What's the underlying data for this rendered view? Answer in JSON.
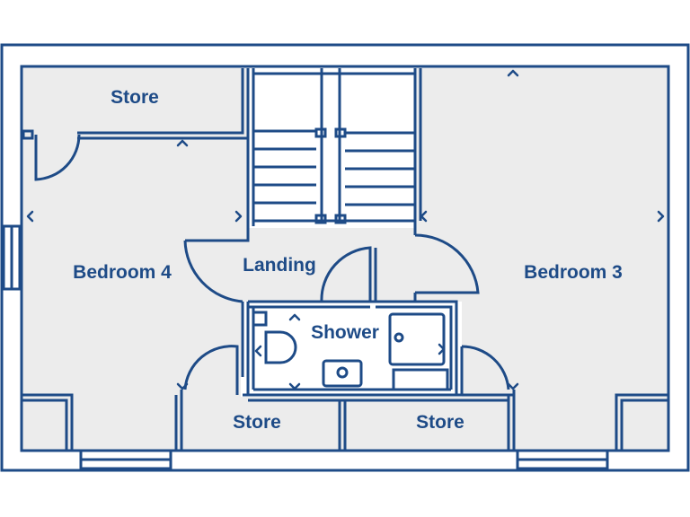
{
  "colors": {
    "wall": "#1e4b87",
    "floor": "#ececec",
    "background": "#ffffff"
  },
  "rooms": {
    "store_top": "Store",
    "bedroom4": "Bedroom 4",
    "landing": "Landing",
    "shower": "Shower",
    "bedroom3": "Bedroom 3",
    "store_left": "Store",
    "store_right": "Store"
  },
  "icons": [
    "chevron-up-icon",
    "chevron-left-icon",
    "chevron-right-icon",
    "chevron-down-icon",
    "door-swing-icon",
    "toilet-icon",
    "basin-icon",
    "shower-tray-icon",
    "stair-icon",
    "window-icon"
  ]
}
